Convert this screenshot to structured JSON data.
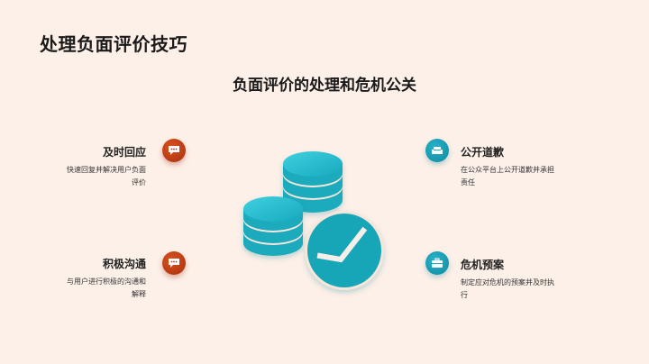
{
  "slide": {
    "title": "处理负面评价技巧",
    "subtitle": "负面评价的处理和危机公关"
  },
  "items": [
    {
      "heading": "及时回应",
      "description_line1": "快速回复并解决用户负面",
      "description_line2": "评价",
      "icon": "chat-bubble-icon",
      "color": "#c0401a"
    },
    {
      "heading": "积极沟通",
      "description_line1": "与用户进行积极的沟通和",
      "description_line2": "解释",
      "icon": "chat-bubble-icon",
      "color": "#b8321a"
    },
    {
      "heading": "公开道歉",
      "description_line1": "在公众平台上公开道歉并承担",
      "description_line2": "责任",
      "icon": "sofa-icon",
      "color": "#1592aa"
    },
    {
      "heading": "危机预案",
      "description_line1": "制定应对危机的预案并及时执",
      "description_line2": "行",
      "icon": "briefcase-icon",
      "color": "#1aaabd"
    }
  ],
  "illustration": {
    "icon": "coins-check-icon",
    "color": "#22b5c8"
  }
}
